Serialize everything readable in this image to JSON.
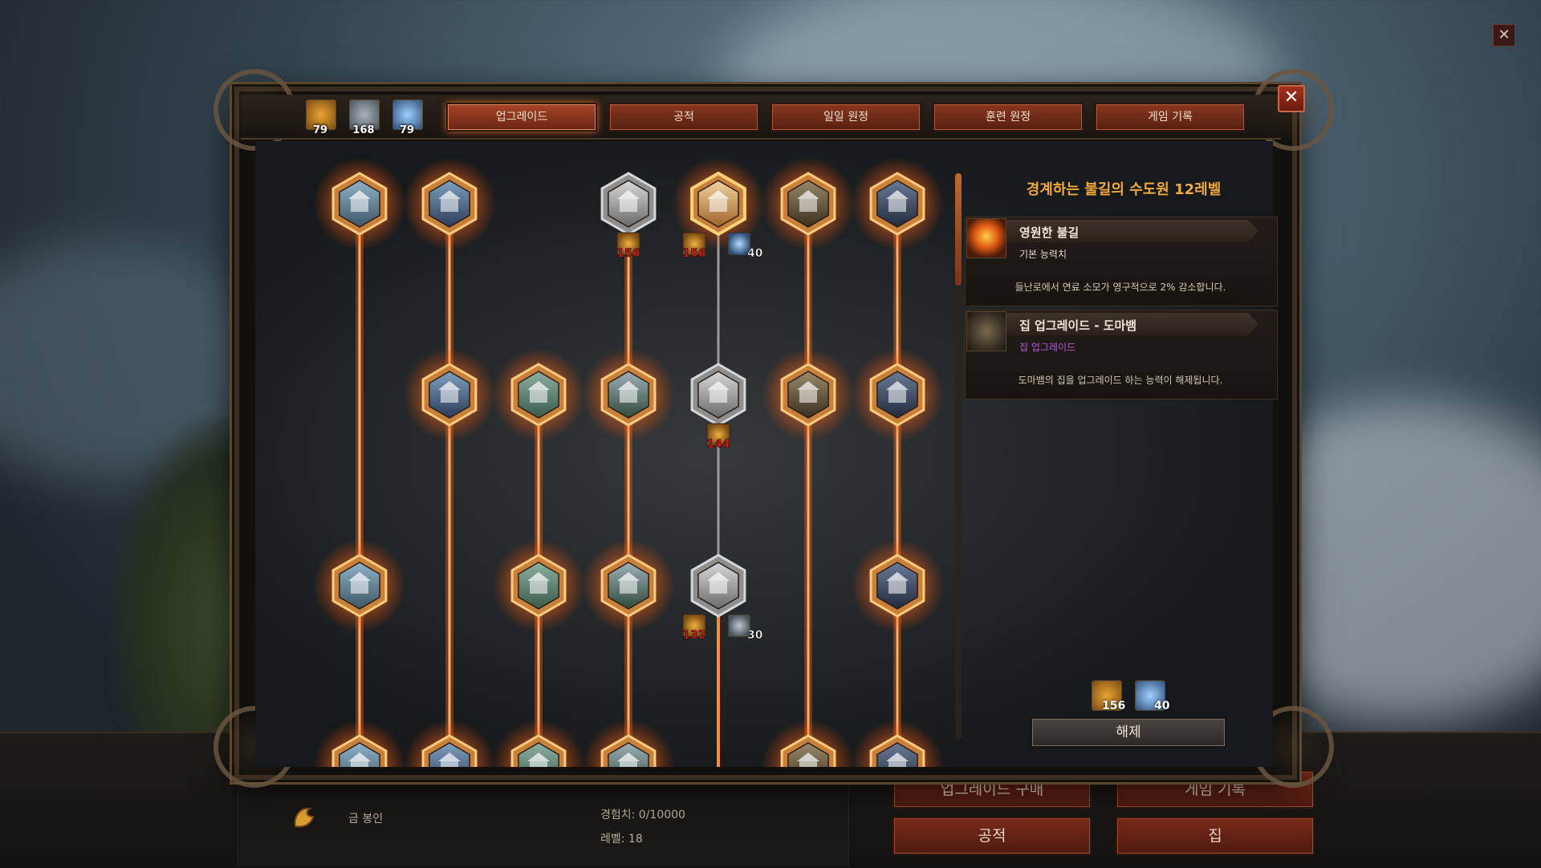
{
  "screen": {
    "close_glyph": "✕"
  },
  "bottom": {
    "seal_label": "금 봉인",
    "experience": "경험치: 0/10000",
    "level": "레벨: 18",
    "buttons": [
      "업그레이드 구매",
      "게임 기록",
      "공적",
      "집"
    ]
  },
  "dialog": {
    "close_glyph": "✕",
    "resources": [
      {
        "icon": "gold-seal-icon",
        "count": "79",
        "color": "#d28a1e"
      },
      {
        "icon": "silver-house-icon",
        "count": "168",
        "color": "#7f8a94"
      },
      {
        "icon": "crystal-icon",
        "count": "79",
        "color": "#5a8fc8"
      }
    ],
    "tabs": [
      "업그레이드",
      "공적",
      "일일 원정",
      "훈련 원정",
      "게임 기록"
    ],
    "active_tab": "업그레이드"
  },
  "tree": {
    "nodes": [
      {
        "col": 0,
        "row": 0,
        "kind": "snow"
      },
      {
        "col": 1,
        "row": 0,
        "kind": "house"
      },
      {
        "col": 3,
        "row": 0,
        "kind": "temple-locked"
      },
      {
        "col": 4,
        "row": 0,
        "kind": "temple-selected"
      },
      {
        "col": 5,
        "row": 0,
        "kind": "mill"
      },
      {
        "col": 6,
        "row": 0,
        "kind": "night"
      },
      {
        "col": 1,
        "row": 1,
        "kind": "house"
      },
      {
        "col": 2,
        "row": 1,
        "kind": "tower"
      },
      {
        "col": 3,
        "row": 1,
        "kind": "church"
      },
      {
        "col": 4,
        "row": 1,
        "kind": "temple-locked"
      },
      {
        "col": 5,
        "row": 1,
        "kind": "mill"
      },
      {
        "col": 6,
        "row": 1,
        "kind": "night"
      },
      {
        "col": 0,
        "row": 2,
        "kind": "snow"
      },
      {
        "col": 2,
        "row": 2,
        "kind": "tower"
      },
      {
        "col": 3,
        "row": 2,
        "kind": "church"
      },
      {
        "col": 4,
        "row": 2,
        "kind": "temple-locked"
      },
      {
        "col": 6,
        "row": 2,
        "kind": "night"
      }
    ],
    "costs": [
      {
        "col": 3,
        "row": 0,
        "items": [
          {
            "icon": "gold-seal-icon",
            "value": "156"
          }
        ]
      },
      {
        "col": 4,
        "row": 0,
        "items": [
          {
            "icon": "gold-seal-icon",
            "value": "156"
          },
          {
            "icon": "crystal-icon",
            "value": "40"
          }
        ]
      },
      {
        "col": 4,
        "row": 1,
        "items": [
          {
            "icon": "gold-seal-icon",
            "value": "144"
          }
        ]
      },
      {
        "col": 4,
        "row": 2,
        "items": [
          {
            "icon": "gold-seal-icon",
            "value": "132"
          },
          {
            "icon": "silver-house-icon",
            "value": "30"
          }
        ]
      }
    ]
  },
  "info": {
    "title": "경계하는 불길의 수도원 12레벨",
    "cards": [
      {
        "icon": "fire-icon",
        "name": "영원한 불길",
        "subtitle": "기본 능력치",
        "subtitle_color": "#e6dccd",
        "desc": "들난로에서 연료 소모가 영구적으로 2% 감소합니다."
      },
      {
        "icon": "house-icon",
        "name": "집 업그레이드 - 도마뱀",
        "subtitle": "집 업그레이드",
        "subtitle_color": "#b55ae0",
        "desc": "도마뱀의 집을 업그레이드 하는 능력이 해제됩니다."
      }
    ],
    "cost": [
      {
        "icon": "gold-seal-icon",
        "value": "156"
      },
      {
        "icon": "crystal-icon",
        "value": "40"
      }
    ],
    "unlock_label": "해제"
  },
  "colors": {
    "active_glow": "#ff8a2a",
    "inactive_line": "#9a9a9a",
    "gold": "#f0a83a"
  }
}
